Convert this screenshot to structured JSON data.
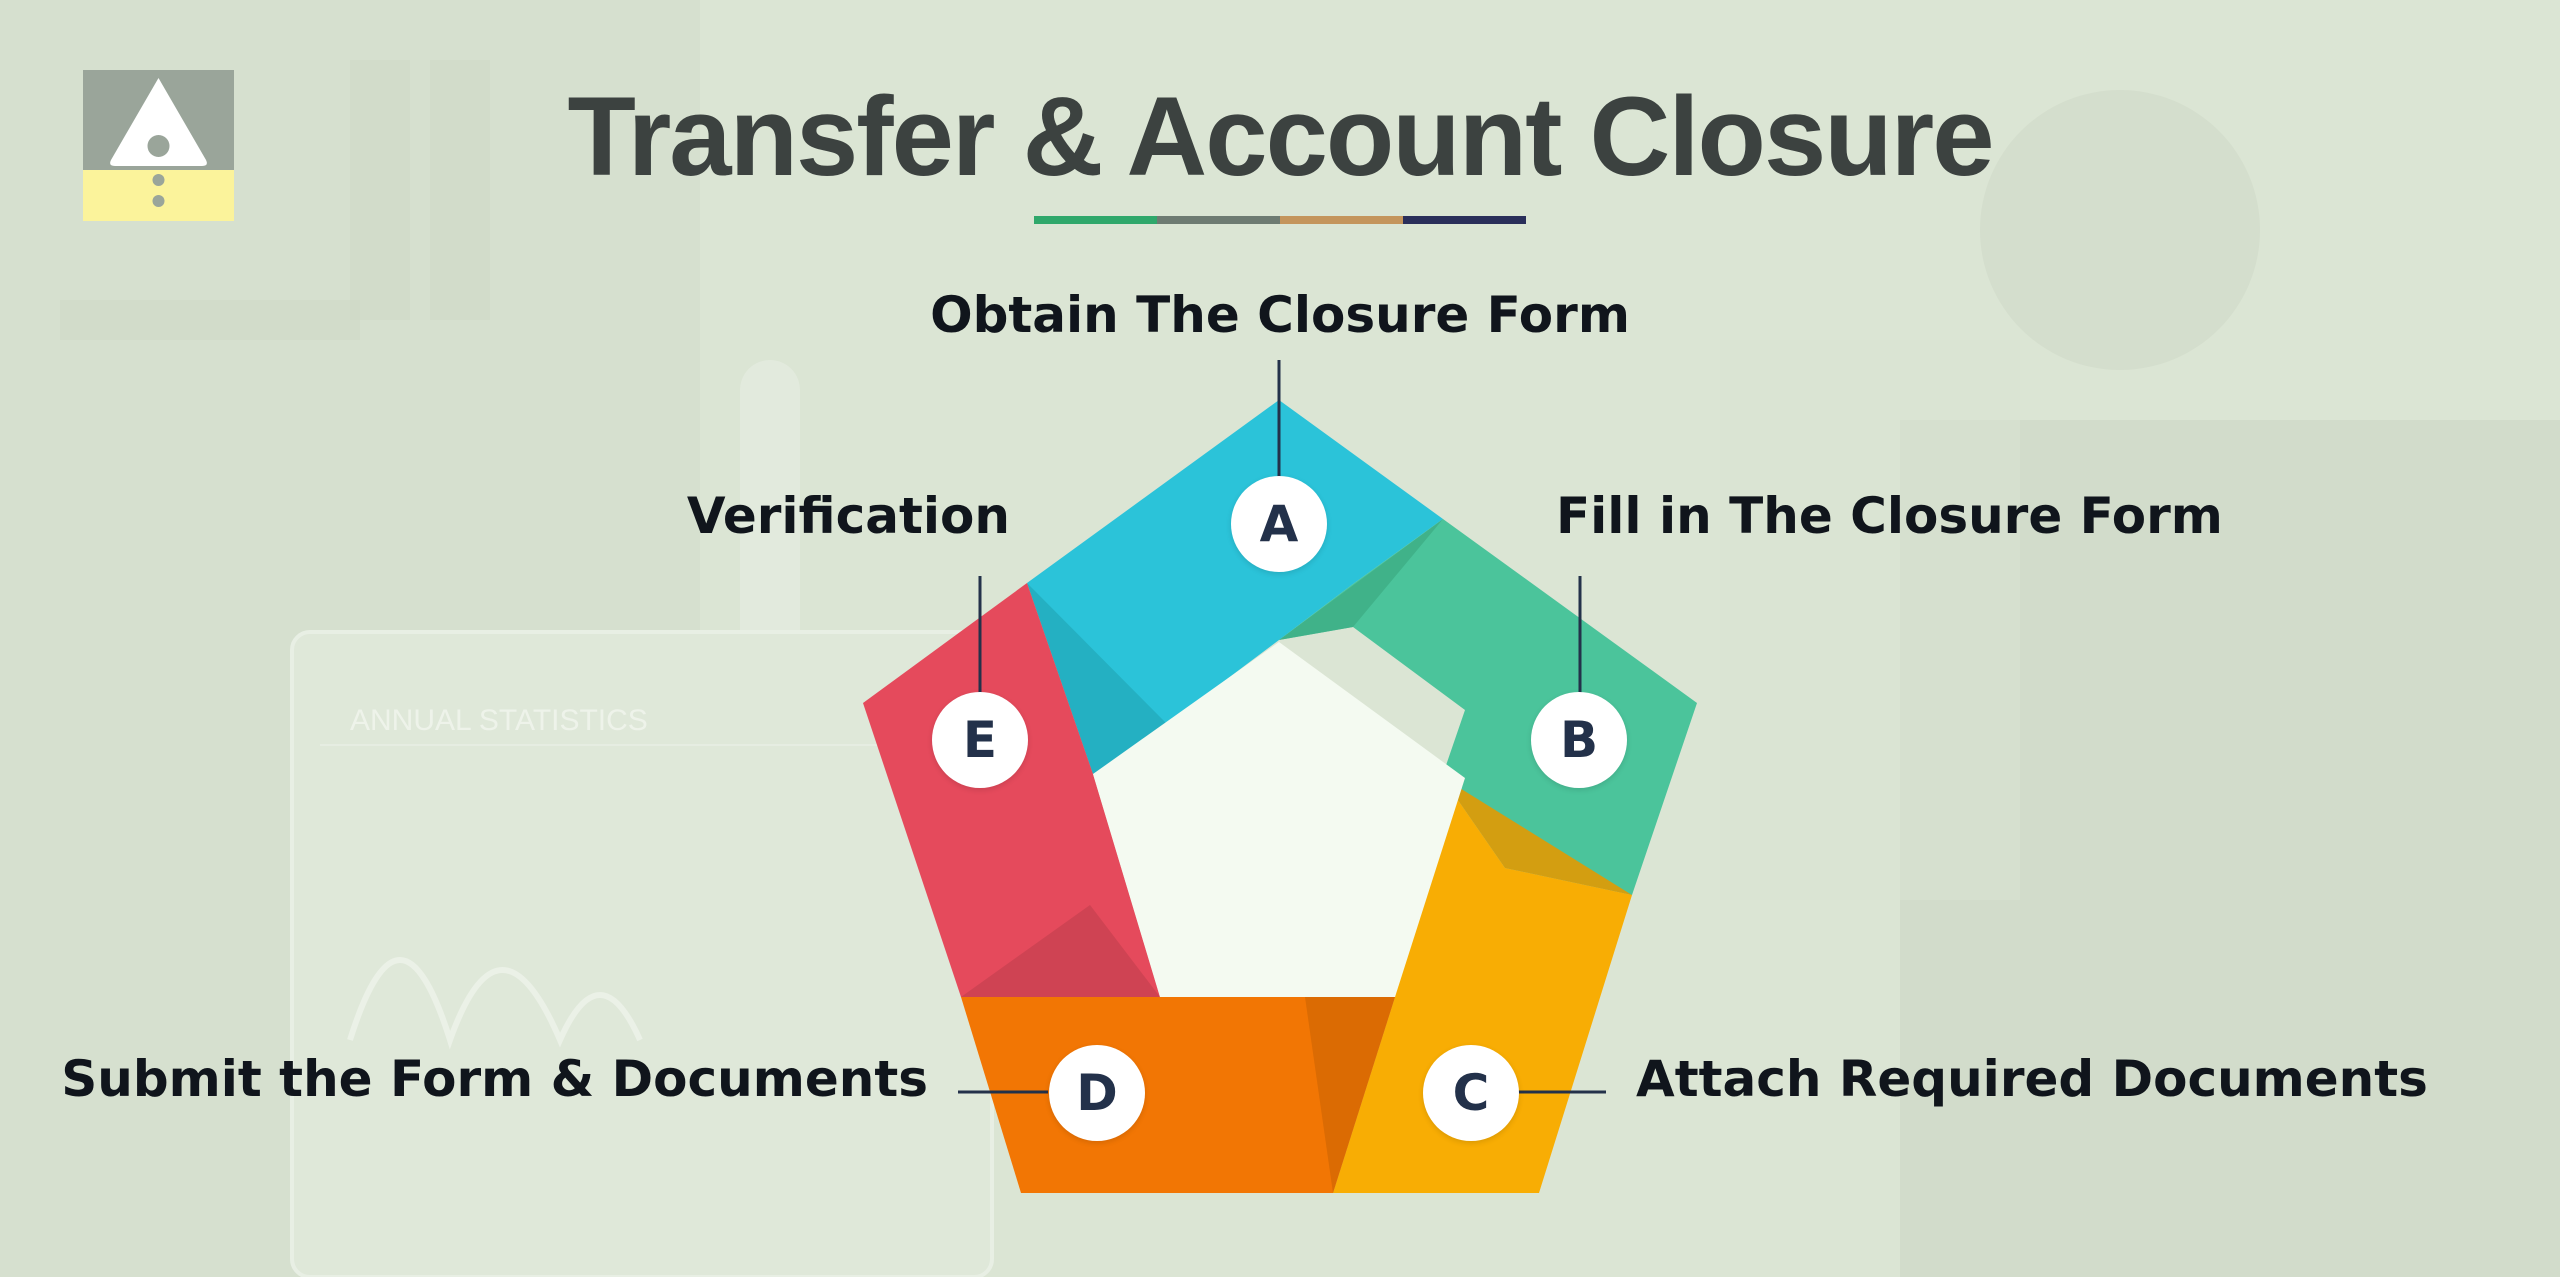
{
  "title": "Transfer & Account Closure",
  "colors": {
    "title_text": "#3c4240",
    "underline": [
      "#2fa86b",
      "#6e7b72",
      "#c4955c",
      "#2a2f5a"
    ],
    "segment_a": "#2bc3d9",
    "segment_b": "#4bc49b",
    "segment_c": "#f8ad04",
    "segment_d": "#f27604",
    "segment_e": "#e54a5c",
    "center": "#f4faf1",
    "marker_text": "#23314a"
  },
  "steps": [
    {
      "letter": "A",
      "label": "Obtain The Closure Form"
    },
    {
      "letter": "B",
      "label": "Fill in The Closure Form"
    },
    {
      "letter": "C",
      "label": "Attach Required Documents"
    },
    {
      "letter": "D",
      "label": "Submit the Form & Documents"
    },
    {
      "letter": "E",
      "label": "Verification"
    }
  ],
  "background": {
    "laptop_screen_text": "ANNUAL STATISTICS"
  },
  "logo": {
    "icon": "alert-triangle-icon"
  }
}
